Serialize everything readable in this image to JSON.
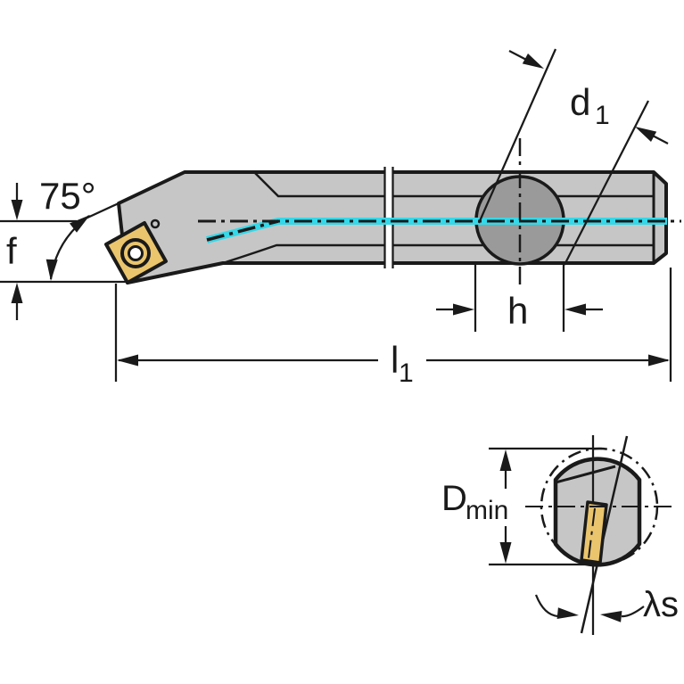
{
  "drawing": {
    "title": "boring-bar-technical-drawing",
    "views": {
      "side_view": "tool-side-view",
      "end_view": "tool-end-cross-section-view"
    },
    "labels": {
      "lead_angle": "75°",
      "tip_offset": "f",
      "bore_diameter_base": "d",
      "bore_diameter_sub": "1",
      "hole_width": "h",
      "overall_length_base": "l",
      "overall_length_sub": "1",
      "min_bore_base": "D",
      "min_bore_sub": "min",
      "inclination_angle": "λs"
    },
    "colors": {
      "bg": "#ffffff",
      "steel": "#c6c6c6",
      "steel_dark": "#9a9a9a",
      "insert": "#eac56d",
      "coolant": "#35d8e8",
      "line": "#1a1a1a"
    }
  }
}
